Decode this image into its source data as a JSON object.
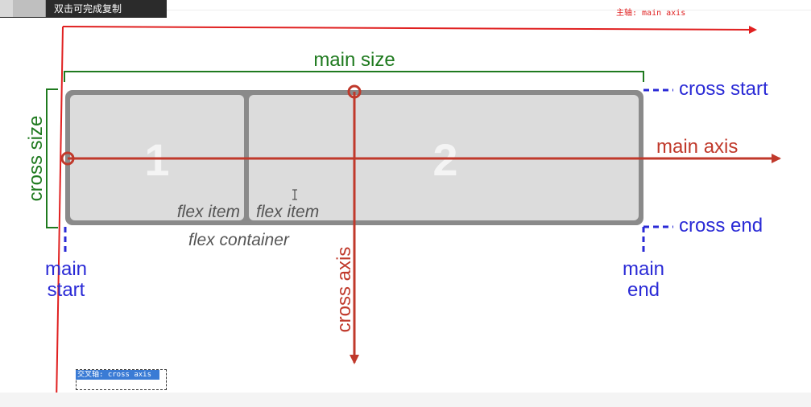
{
  "toolbar": {
    "copy_hint": "双击可完成复制"
  },
  "notes": {
    "main_axis": "主轴: main axis",
    "cross_axis": "交叉轴: cross axis"
  },
  "diagram": {
    "main_size": "main size",
    "cross_size": "cross size",
    "cross_start": "cross start",
    "cross_end": "cross end",
    "main_axis": "main axis",
    "cross_axis": "cross axis",
    "main_start_line1": "main",
    "main_start_line2": "start",
    "main_end_line1": "main",
    "main_end_line2": "end",
    "item1_number": "1",
    "item2_number": "2",
    "item1_label": "flex item",
    "item2_label": "flex item",
    "container_label": "flex container"
  },
  "colors": {
    "axis_red": "#e02020",
    "label_red": "#c0392b",
    "size_green": "#1f7a1f",
    "edge_blue": "#2a2ad6",
    "container_gray": "#8a8a8a",
    "item_fill": "#dcdcdc"
  }
}
